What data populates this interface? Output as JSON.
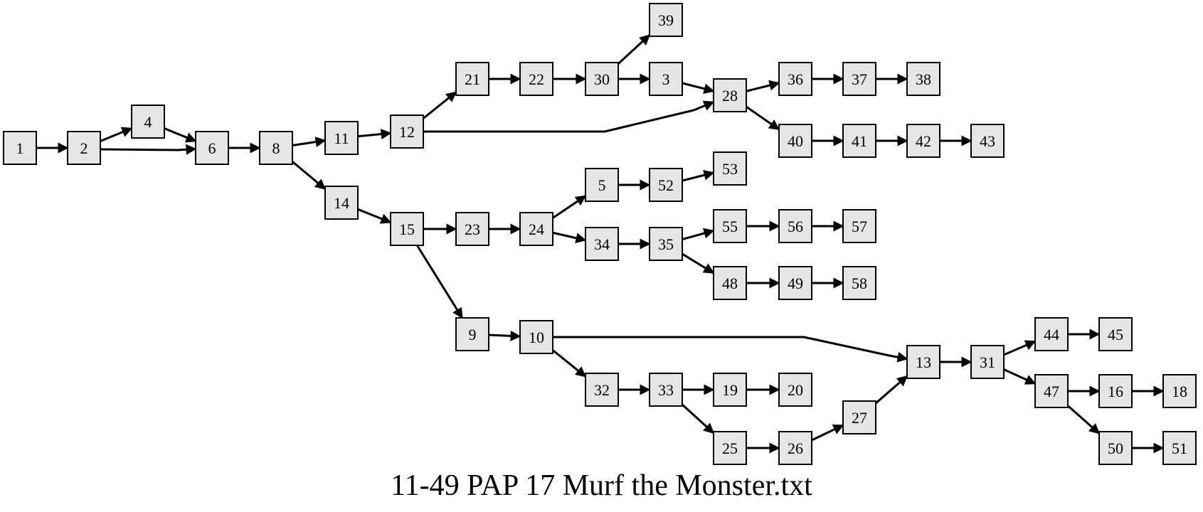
{
  "caption": "11-49 PAP 17 Murf the Monster.txt",
  "nodes": [
    "1",
    "2",
    "4",
    "6",
    "8",
    "11",
    "12",
    "14",
    "15",
    "21",
    "22",
    "30",
    "39",
    "3",
    "28",
    "36",
    "37",
    "38",
    "40",
    "41",
    "42",
    "43",
    "5",
    "52",
    "53",
    "23",
    "24",
    "34",
    "35",
    "55",
    "56",
    "57",
    "48",
    "49",
    "58",
    "9",
    "10",
    "32",
    "33",
    "19",
    "20",
    "25",
    "26",
    "27",
    "13",
    "31",
    "44",
    "45",
    "47",
    "16",
    "18",
    "50",
    "51"
  ],
  "edges": [
    [
      "1",
      "2"
    ],
    [
      "2",
      "4"
    ],
    [
      "2",
      "6"
    ],
    [
      "4",
      "6"
    ],
    [
      "6",
      "8"
    ],
    [
      "8",
      "11"
    ],
    [
      "8",
      "14"
    ],
    [
      "11",
      "12"
    ],
    [
      "12",
      "21"
    ],
    [
      "12",
      "28"
    ],
    [
      "21",
      "22"
    ],
    [
      "22",
      "30"
    ],
    [
      "30",
      "39"
    ],
    [
      "30",
      "3"
    ],
    [
      "3",
      "28"
    ],
    [
      "28",
      "36"
    ],
    [
      "28",
      "40"
    ],
    [
      "36",
      "37"
    ],
    [
      "37",
      "38"
    ],
    [
      "40",
      "41"
    ],
    [
      "41",
      "42"
    ],
    [
      "42",
      "43"
    ],
    [
      "14",
      "15"
    ],
    [
      "15",
      "23"
    ],
    [
      "15",
      "9"
    ],
    [
      "23",
      "24"
    ],
    [
      "24",
      "5"
    ],
    [
      "24",
      "34"
    ],
    [
      "5",
      "52"
    ],
    [
      "52",
      "53"
    ],
    [
      "34",
      "35"
    ],
    [
      "35",
      "55"
    ],
    [
      "35",
      "48"
    ],
    [
      "55",
      "56"
    ],
    [
      "56",
      "57"
    ],
    [
      "48",
      "49"
    ],
    [
      "49",
      "58"
    ],
    [
      "9",
      "10"
    ],
    [
      "10",
      "13"
    ],
    [
      "10",
      "32"
    ],
    [
      "32",
      "33"
    ],
    [
      "33",
      "19"
    ],
    [
      "33",
      "25"
    ],
    [
      "19",
      "20"
    ],
    [
      "25",
      "26"
    ],
    [
      "26",
      "27"
    ],
    [
      "27",
      "13"
    ],
    [
      "13",
      "31"
    ],
    [
      "31",
      "44"
    ],
    [
      "31",
      "47"
    ],
    [
      "44",
      "45"
    ],
    [
      "47",
      "16"
    ],
    [
      "47",
      "50"
    ],
    [
      "16",
      "18"
    ],
    [
      "50",
      "51"
    ]
  ]
}
